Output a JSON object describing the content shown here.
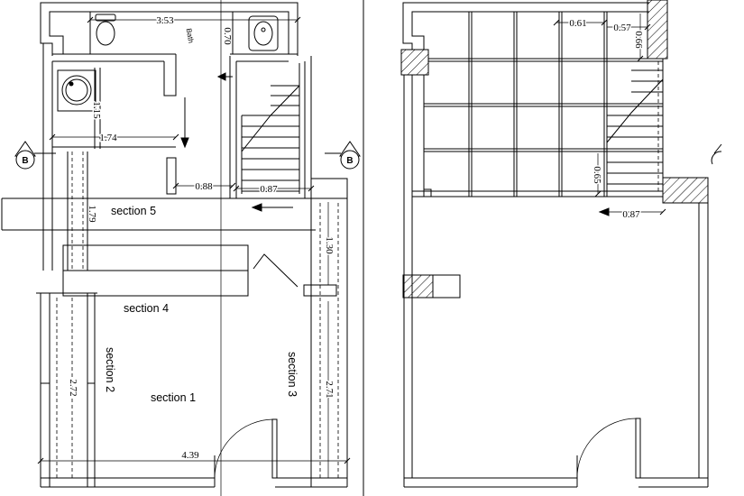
{
  "left_plan": {
    "room_labels": {
      "bath": "Bath"
    },
    "section_labels": {
      "section_1": "section 1",
      "section_2": "section 2",
      "section_3": "section 3",
      "section_4": "section 4",
      "section_5": "section 5"
    },
    "dimensions": {
      "bath_width": "3.53",
      "bath_depth": "0.70",
      "washroom_depth": "1.15",
      "hall_width": "1.74",
      "landing_width": "0.88",
      "stair_width": "0.87",
      "left_upper_strip": "1.79",
      "right_upper_strip": "1.30",
      "left_lower_strip": "2.72",
      "right_lower_strip": "2.71",
      "overall_width": "4.39"
    },
    "section_markers": {
      "left": "B",
      "right": "B"
    }
  },
  "right_plan": {
    "dimensions": {
      "top_bay_width": "0.61",
      "top_corner_width": "0.57",
      "top_corner_depth": "0.66",
      "stair_landing_depth": "0.65",
      "stair_width": "0.87"
    }
  },
  "colors": {
    "line": "#000000",
    "background": "#ffffff"
  }
}
